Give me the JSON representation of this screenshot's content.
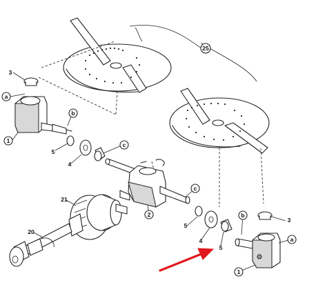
{
  "diagram": {
    "callouts": {
      "c25": "25",
      "c3_left": "3",
      "a_left": "a",
      "b_left": "b",
      "c1_left": "1",
      "c5_upper": "5",
      "c4_upper": "4",
      "c_upper": "c",
      "c21": "21",
      "c2": "2",
      "c_lower": "c",
      "c5_mid": "5",
      "c20": "20",
      "c4_lower": "4",
      "c5_lower": "5",
      "b_right": "b",
      "c3_right": "3",
      "a_right": "a",
      "c1_right": "1"
    },
    "colors": {
      "line": "#222222",
      "arrow": "#e0161b",
      "background": "#ffffff"
    }
  }
}
